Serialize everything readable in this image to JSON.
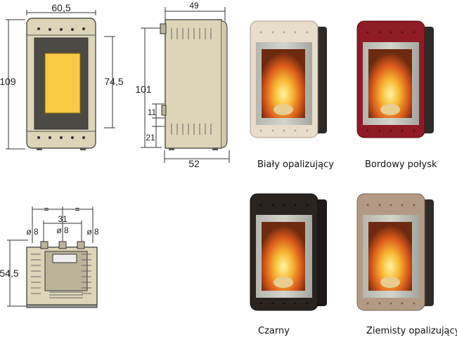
{
  "front_view": {
    "width": "60,5",
    "height": "109",
    "glass_height": "74,5"
  },
  "side_view": {
    "depth_top": "49",
    "depth_bottom": "52",
    "height": "101",
    "dim_a": "11",
    "dim_b": "21"
  },
  "top_view": {
    "equal_left": "=",
    "equal_right": "=",
    "spacing": "31",
    "pipe_left": "ø 8",
    "pipe_mid": "ø 8",
    "pipe_right": "ø 8",
    "height": "54,5"
  },
  "variants": [
    {
      "label": "Biały opalizujący",
      "color": "#e8dccb"
    },
    {
      "label": "Bordowy połysk",
      "color": "#8f1b26"
    },
    {
      "label": "Czarny",
      "color": "#2a2421"
    },
    {
      "label": "Ziemisty opalizujący",
      "color": "#b39a85"
    }
  ]
}
